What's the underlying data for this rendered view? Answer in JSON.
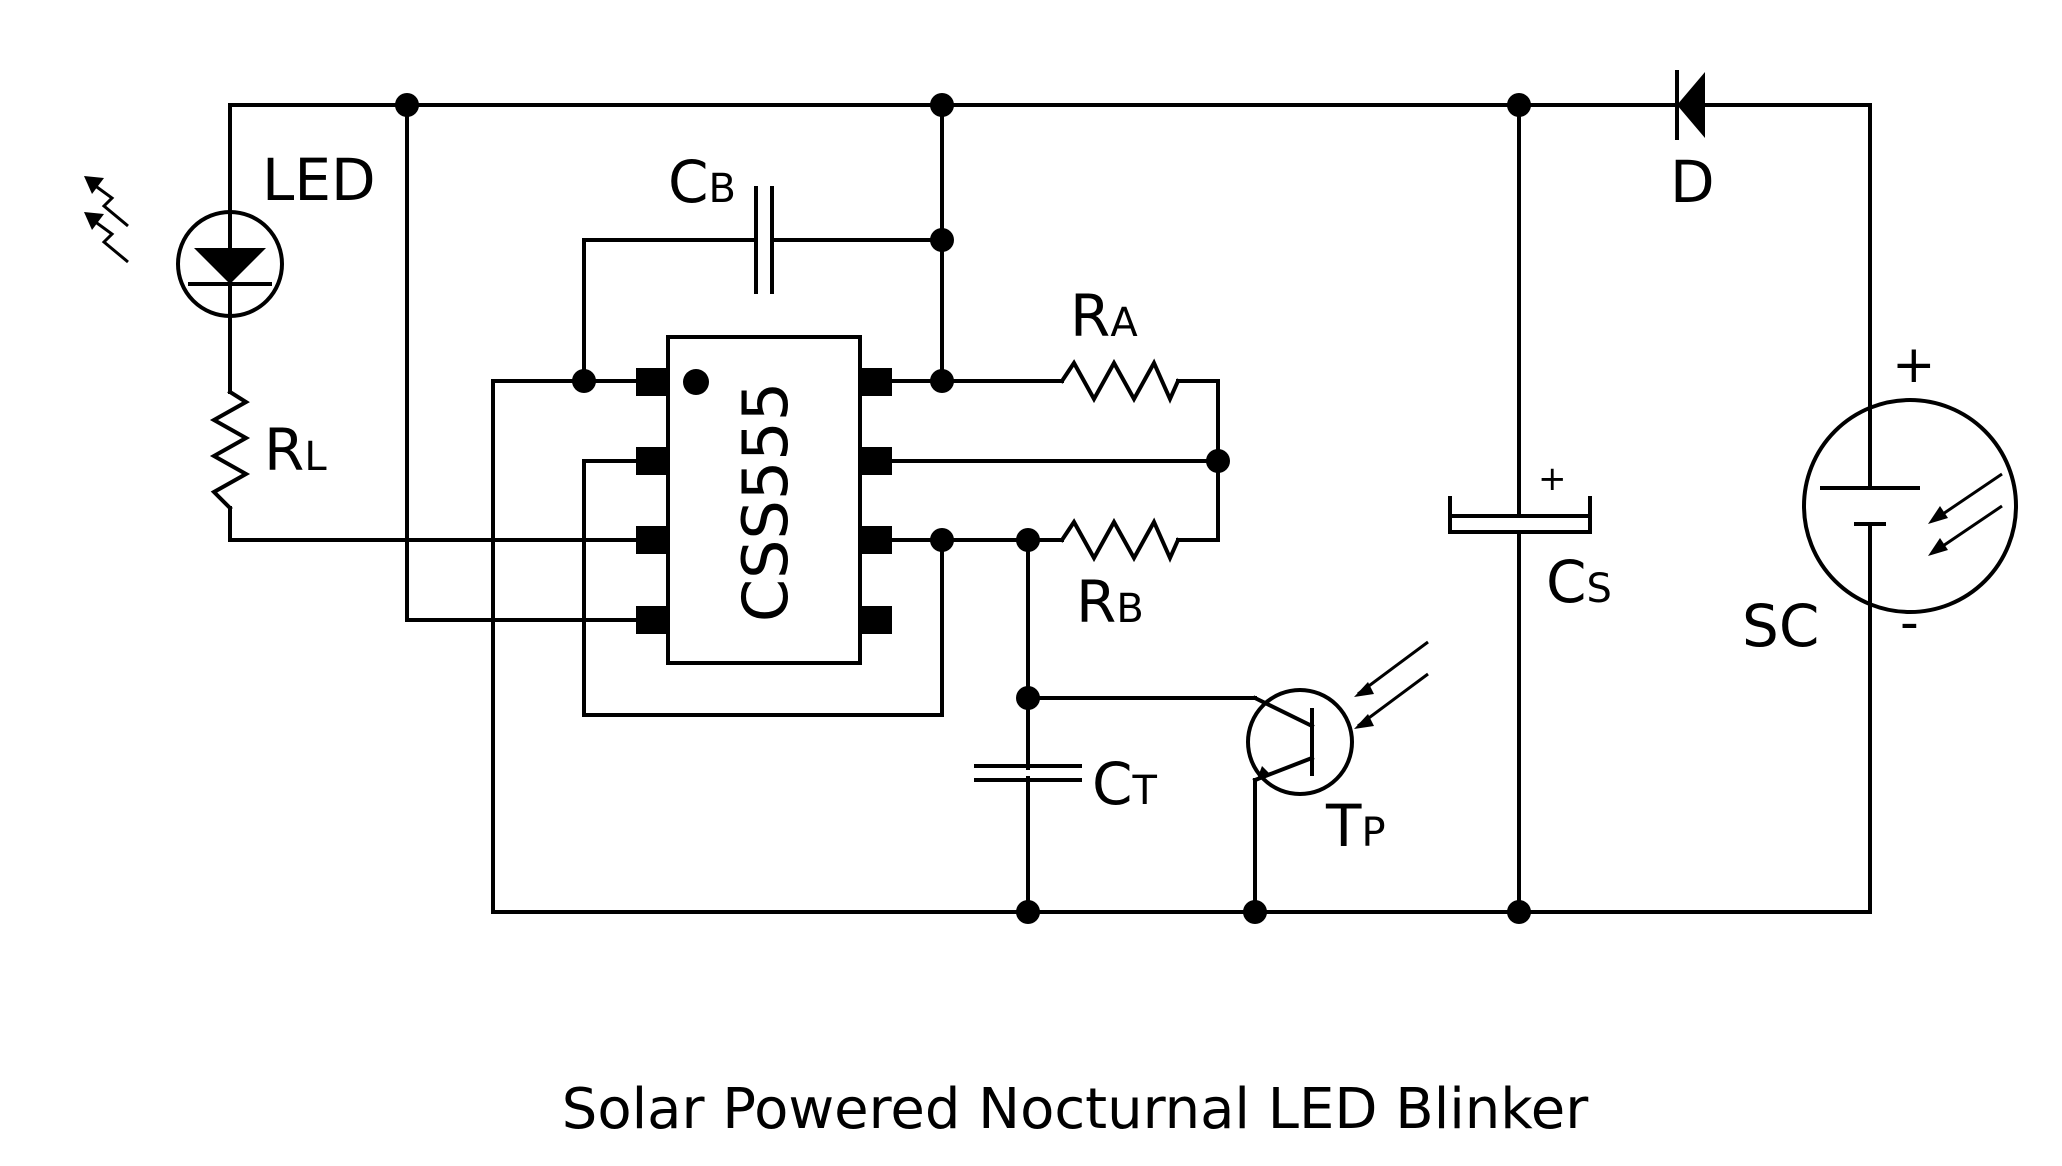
{
  "title": "Solar Powered Nocturnal LED Blinker",
  "ic": {
    "label": "CSS555"
  },
  "components": {
    "led": {
      "label": "LED"
    },
    "rl": {
      "main": "R",
      "sub": "L"
    },
    "cb": {
      "main": "C",
      "sub": "B"
    },
    "ra": {
      "main": "R",
      "sub": "A"
    },
    "rb": {
      "main": "R",
      "sub": "B"
    },
    "ct": {
      "main": "C",
      "sub": "T"
    },
    "tp": {
      "main": "T",
      "sub": "P"
    },
    "cs": {
      "main": "C",
      "sub": "S",
      "polarity": "+"
    },
    "d": {
      "label": "D"
    },
    "sc": {
      "label": "SC",
      "plus": "+",
      "minus": "-"
    }
  }
}
